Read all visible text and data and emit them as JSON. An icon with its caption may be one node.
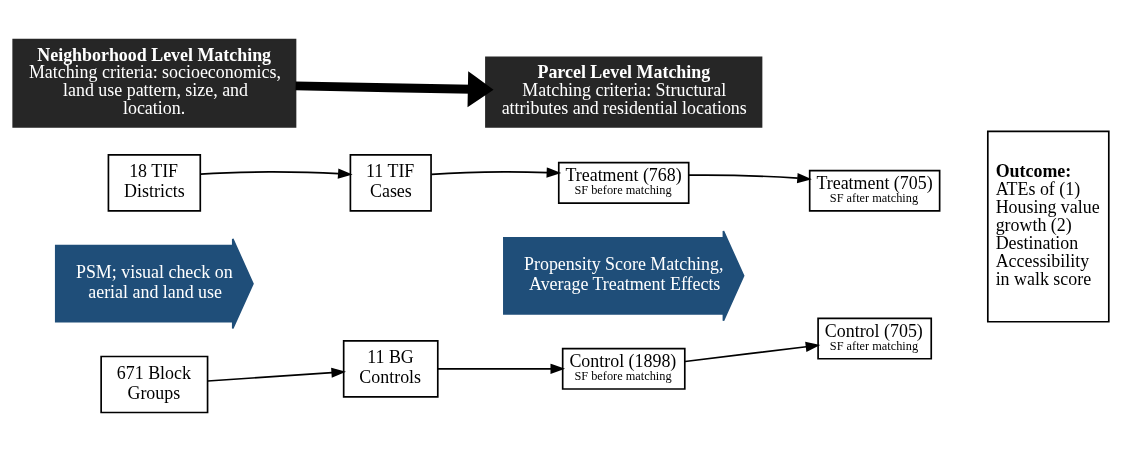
{
  "diagram": {
    "nodes": [
      {
        "text": [
          "Neighborhood Level Matching",
          "Matching criteria: socioeconomics, land use pattern, size, and location."
        ]
      },
      {
        "text": [
          "Parcel Level Matching",
          "Matching criteria: Structural attributes and residential locations"
        ]
      },
      {
        "text": [
          "18 TIF Districts"
        ]
      },
      {
        "text": [
          "11 TIF Cases"
        ]
      },
      {
        "text": [
          "Treatment (768)",
          "SF before matching"
        ]
      },
      {
        "text": [
          "Treatment (705)",
          "SF after matching"
        ]
      },
      {
        "text": [
          "Outcome:",
          "ATEs of (1) Housing value growth (2) Destination Accessibility in walk score"
        ]
      },
      {
        "text": [
          "PSM; visual check on aerial and land use"
        ]
      },
      {
        "text": [
          "Propensity Score Matching, Average Treatment Effects"
        ]
      },
      {
        "text": [
          "671 Block Groups"
        ]
      },
      {
        "text": [
          "11 BG Controls"
        ]
      },
      {
        "text": [
          "Control (1898)",
          "SF before matching"
        ]
      },
      {
        "text": [
          "Control (705)",
          "SF after matching"
        ]
      }
    ],
    "edges": [
      {
        "from": 0,
        "to": 1,
        "arrow": "to",
        "style": "thick"
      },
      {
        "from": 2,
        "to": 3,
        "arrow": "to"
      },
      {
        "from": 3,
        "to": 4,
        "arrow": "to"
      },
      {
        "from": 4,
        "to": 5,
        "arrow": "to"
      },
      {
        "from": 9,
        "to": 10,
        "arrow": "to"
      },
      {
        "from": 10,
        "to": 11,
        "arrow": "to"
      },
      {
        "from": 11,
        "to": 12,
        "arrow": "to"
      }
    ]
  }
}
